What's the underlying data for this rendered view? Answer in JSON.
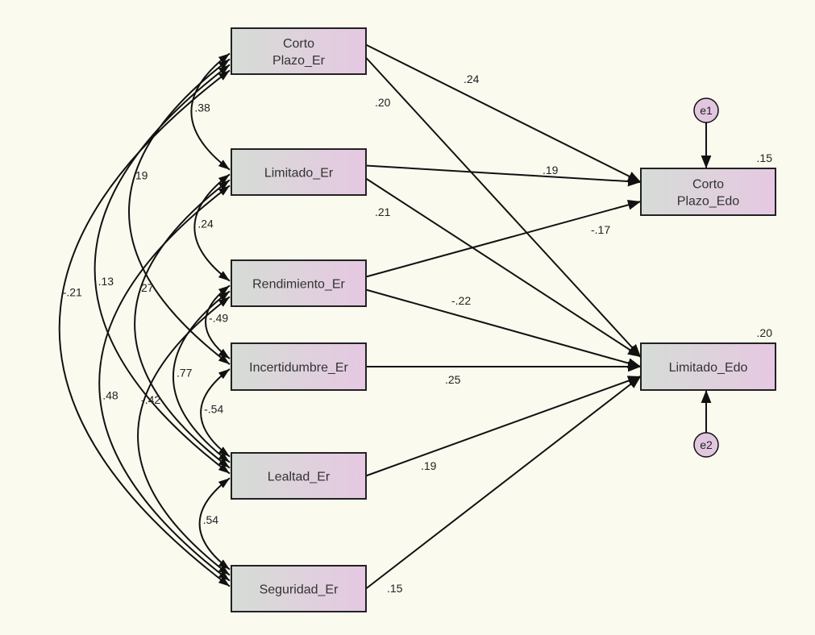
{
  "colors": {
    "background": "#fafaef",
    "box_left": "#d6dcd6",
    "box_right": "#e6c8e2",
    "error_fill": "#e2c6e0",
    "stroke": "#111111"
  },
  "observed": [
    {
      "id": "cp_er",
      "lines": [
        "Corto",
        "Plazo_Er"
      ]
    },
    {
      "id": "lim_er",
      "lines": [
        "Limitado_Er"
      ]
    },
    {
      "id": "ren_er",
      "lines": [
        "Rendimiento_Er"
      ]
    },
    {
      "id": "inc_er",
      "lines": [
        "Incertidumbre_Er"
      ]
    },
    {
      "id": "lea_er",
      "lines": [
        "Lealtad_Er"
      ]
    },
    {
      "id": "seg_er",
      "lines": [
        "Seguridad_Er"
      ]
    },
    {
      "id": "cp_edo",
      "lines": [
        "Corto",
        "Plazo_Edo"
      ],
      "r2": ".15"
    },
    {
      "id": "lim_edo",
      "lines": [
        "Limitado_Edo"
      ],
      "r2": ".20"
    }
  ],
  "errors": [
    {
      "id": "e1",
      "label": "e1",
      "target": "cp_edo"
    },
    {
      "id": "e2",
      "label": "e2",
      "target": "lim_edo"
    }
  ],
  "covariances": [
    {
      "from": "cp_er",
      "to": "lim_er",
      "value": ".38"
    },
    {
      "from": "cp_er",
      "to": "inc_er",
      "value": ".19"
    },
    {
      "from": "cp_er",
      "to": "lea_er",
      "value": ".13"
    },
    {
      "from": "cp_er",
      "to": "seg_er",
      "value": "-.21"
    },
    {
      "from": "lim_er",
      "to": "ren_er",
      "value": ".24"
    },
    {
      "from": "lim_er",
      "to": "lea_er",
      "value": ".27"
    },
    {
      "from": "lim_er",
      "to": "seg_er",
      "value": ".48"
    },
    {
      "from": "ren_er",
      "to": "inc_er",
      "value": "-.49"
    },
    {
      "from": "ren_er",
      "to": "lea_er",
      "value": ".77"
    },
    {
      "from": "ren_er",
      "to": "seg_er",
      "value": "-.42"
    },
    {
      "from": "inc_er",
      "to": "lea_er",
      "value": "-.54"
    },
    {
      "from": "lea_er",
      "to": "seg_er",
      "value": ".54"
    }
  ],
  "paths": [
    {
      "from": "cp_er",
      "to": "cp_edo",
      "value": ".24"
    },
    {
      "from": "cp_er",
      "to": "lim_edo",
      "value": ".20"
    },
    {
      "from": "lim_er",
      "to": "cp_edo",
      "value": ".19"
    },
    {
      "from": "lim_er",
      "to": "lim_edo",
      "value": ".21"
    },
    {
      "from": "ren_er",
      "to": "cp_edo",
      "value": "-.17"
    },
    {
      "from": "ren_er",
      "to": "lim_edo",
      "value": "-.22"
    },
    {
      "from": "inc_er",
      "to": "lim_edo",
      "value": ".25"
    },
    {
      "from": "lea_er",
      "to": "lim_edo",
      "value": ".19"
    },
    {
      "from": "seg_er",
      "to": "lim_edo",
      "value": ".15"
    }
  ]
}
